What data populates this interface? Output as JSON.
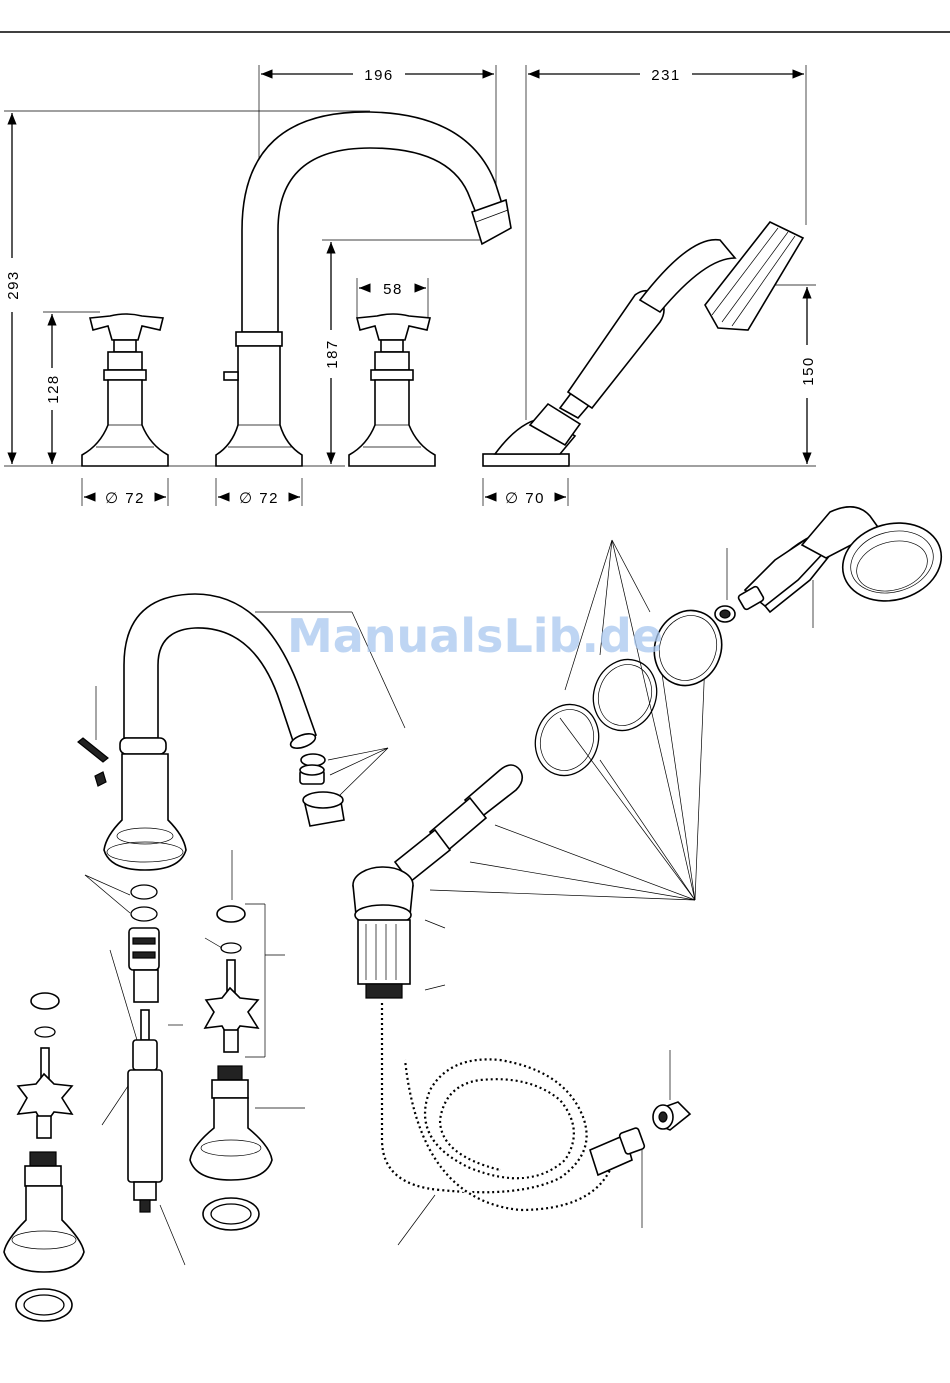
{
  "dimensions": {
    "spout_reach": "196",
    "hand_shower_reach": "231",
    "total_height": "293",
    "handle_height": "128",
    "spout_outlet_height": "187",
    "handle_width": "58",
    "hand_shower_height": "150",
    "base_diameter_left": "∅ 72",
    "base_diameter_center": "∅ 72",
    "base_diameter_shower": "∅ 70"
  },
  "watermark": "ManualsLib.de",
  "colors": {
    "line": "#000000",
    "watermark": "#a9c8ef",
    "background": "#ffffff"
  }
}
